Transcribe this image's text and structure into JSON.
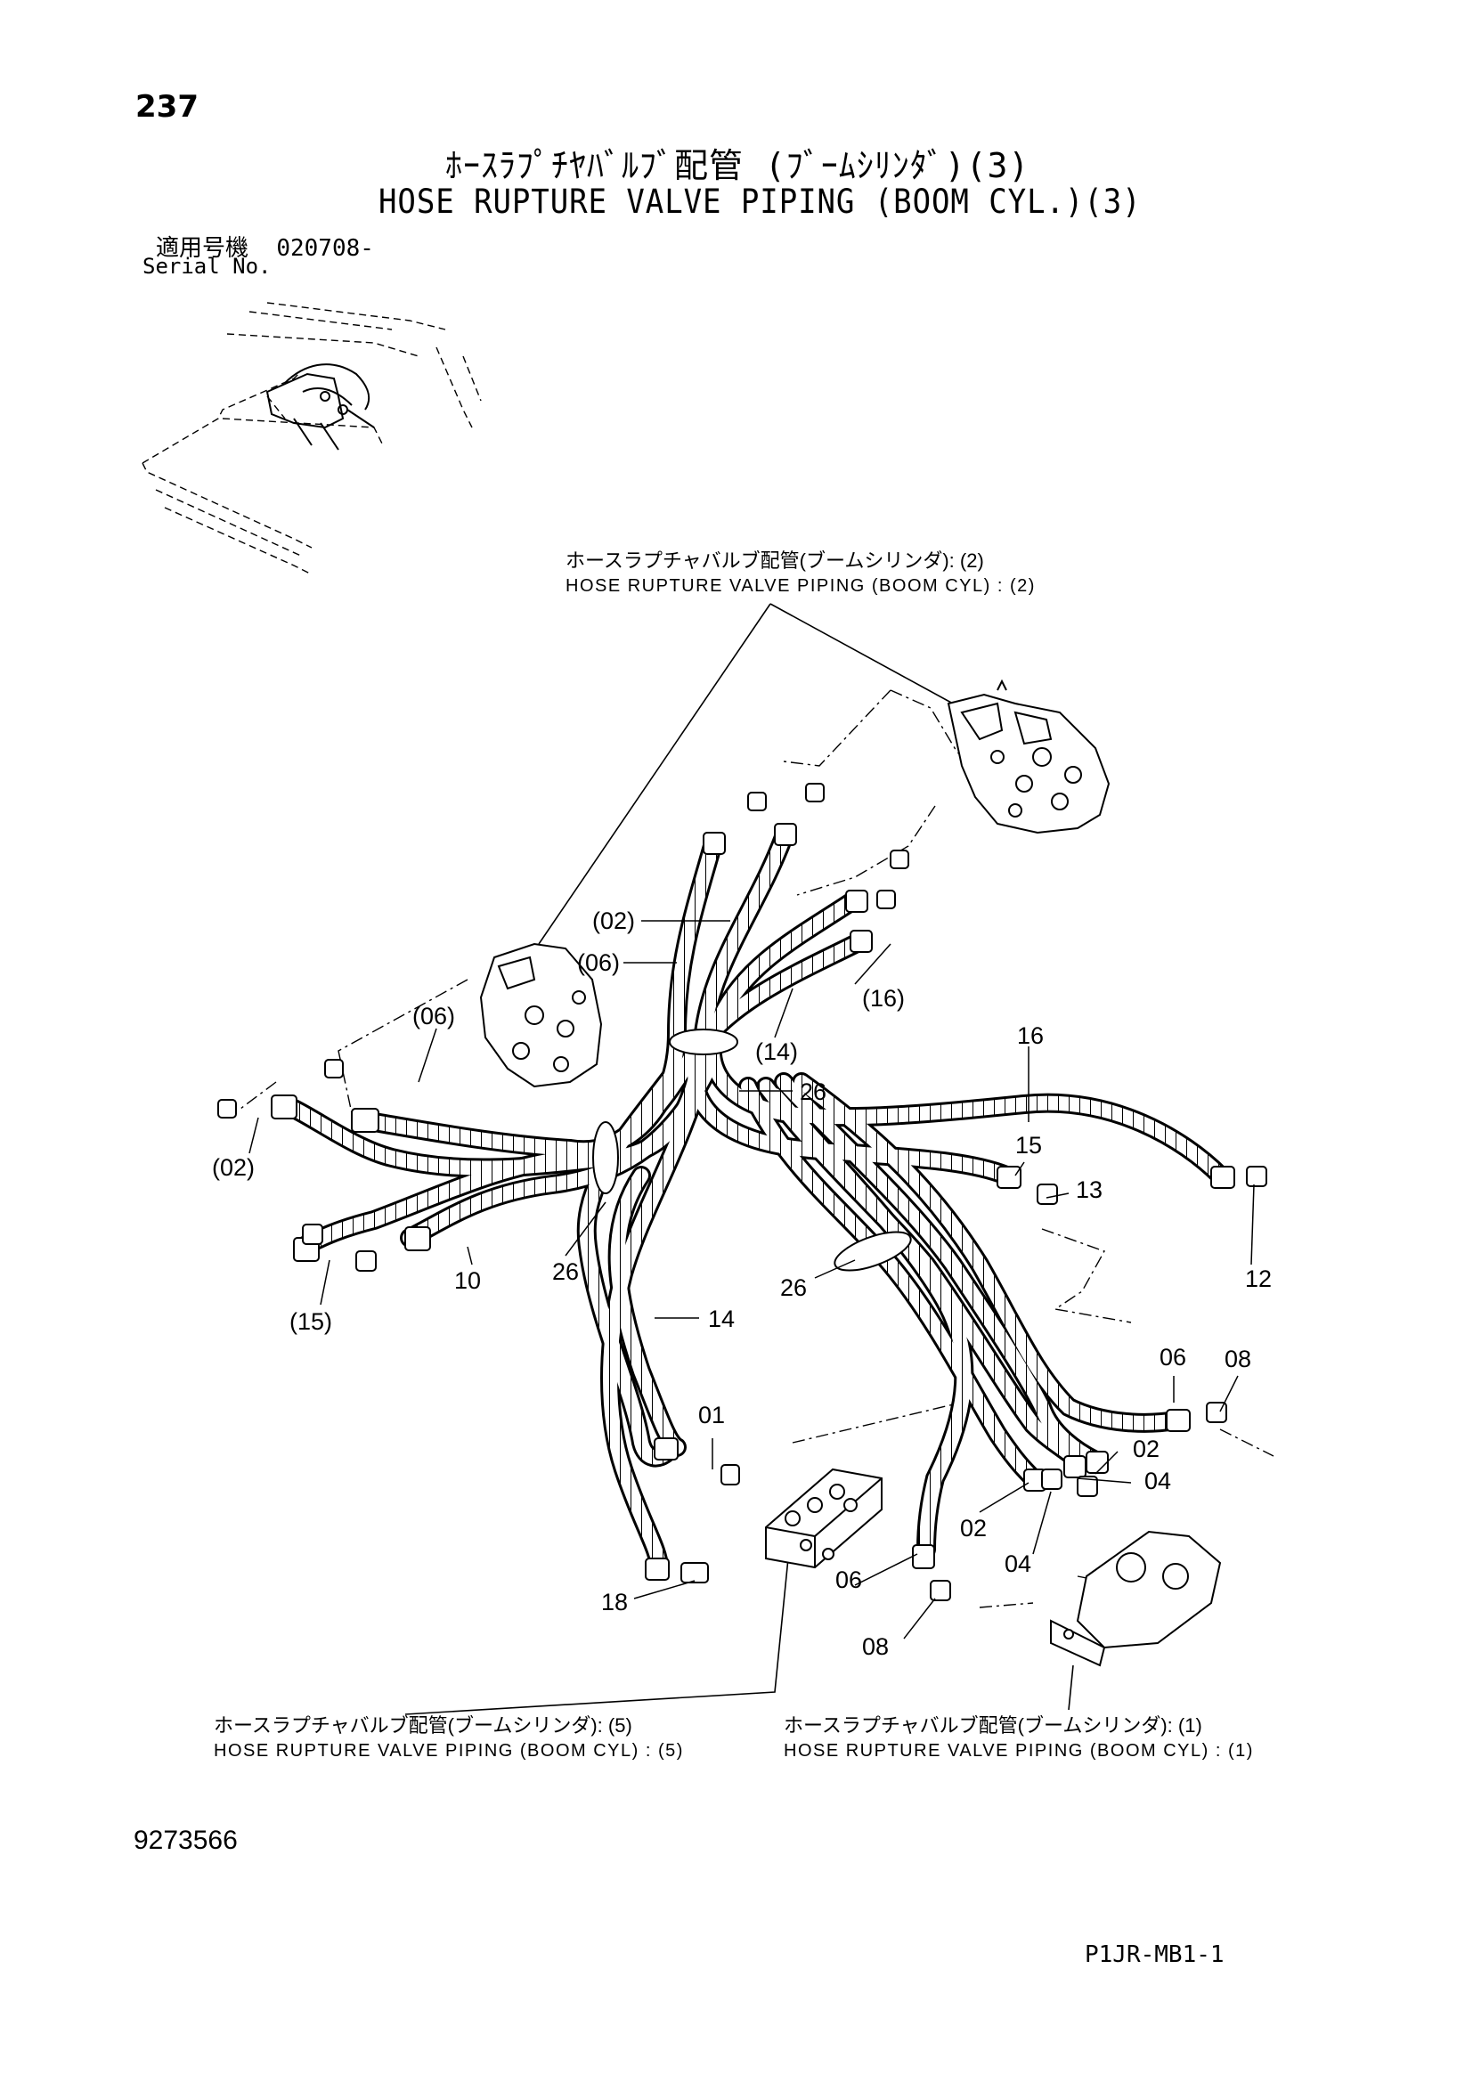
{
  "page": {
    "number": "237",
    "title_jp": "ﾎｰｽﾗﾌﾟﾁﾔﾊﾞﾙﾌﾞ配管 (ﾌﾞｰﾑｼﾘﾝﾀﾞ)(3)",
    "title_en": "HOSE RUPTURE VALVE PIPING (BOOM CYL.)(3)",
    "serial_label_jp": "適用号機",
    "serial_value": "020708-",
    "serial_label_en": "Serial No.",
    "document_number": "9273566",
    "page_code": "P1JR-MB1-1"
  },
  "references": [
    {
      "jp": "ホースラプチャバルブ配管(ブームシリンダ): (2)",
      "en": "HOSE  RUPTURE  VALVE  PIPING  (BOOM CYL) : (2)"
    },
    {
      "jp": "ホースラプチャバルブ配管(ブームシリンダ): (5)",
      "en": "HOSE  RUPTURE  VALVE  PIPING  (BOOM CYL) : (5)"
    },
    {
      "jp": "ホースラプチャバルブ配管(ブームシリンダ): (1)",
      "en": "HOSE  RUPTURE  VALVE  PIPING  (BOOM CYL) : (1)"
    }
  ],
  "callouts": [
    "(02)",
    "(06)",
    "(06)",
    "(16)",
    "(14)",
    "16",
    "26",
    "(02)",
    "15",
    "13",
    "12",
    "(15)",
    "10",
    "26",
    "26",
    "14",
    "06",
    "08",
    "01",
    "02",
    "04",
    "02",
    "04",
    "06",
    "18",
    "08"
  ]
}
